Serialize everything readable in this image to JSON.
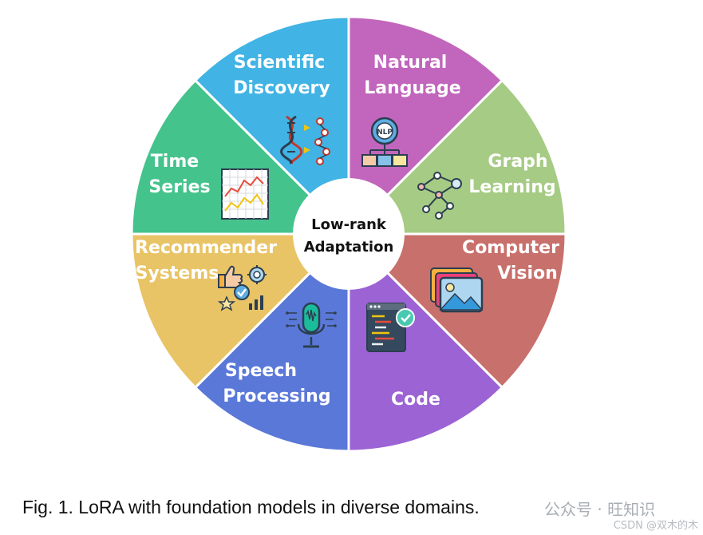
{
  "colors": {
    "scientific": "#41b3e4",
    "natural": "#c166bc",
    "graph": "#a6cb84",
    "vision": "#c8706c",
    "code": "#9b63d4",
    "speech": "#5a78d8",
    "recommender": "#e8c466",
    "time": "#45c38c",
    "center": "#ffffff"
  },
  "center": {
    "line1": "Low-rank",
    "line2": "Adaptation"
  },
  "segments": [
    {
      "id": "scientific",
      "line1": "Scientific",
      "line2": "Discovery",
      "icon": "dna-icon"
    },
    {
      "id": "natural",
      "line1": "Natural",
      "line2": "Language",
      "icon": "nlp-gear-icon"
    },
    {
      "id": "graph",
      "line1": "Graph",
      "line2": "Learning",
      "icon": "graph-network-icon"
    },
    {
      "id": "vision",
      "line1": "Computer",
      "line2": "Vision",
      "icon": "image-stack-icon"
    },
    {
      "id": "code",
      "line1": "Code",
      "line2": "",
      "icon": "code-window-icon"
    },
    {
      "id": "speech",
      "line1": "Speech",
      "line2": "Processing",
      "icon": "microphone-icon"
    },
    {
      "id": "recommender",
      "line1": "Recommender",
      "line2": "Systems",
      "icon": "thumbs-up-gear-icon"
    },
    {
      "id": "time",
      "line1": "Time",
      "line2": "Series",
      "icon": "line-chart-icon"
    }
  ],
  "caption": "Fig. 1. LoRA with foundation models in diverse domains.",
  "watermark": {
    "main": "公众号 · 旺知识",
    "sub": "CSDN @双木的木"
  }
}
